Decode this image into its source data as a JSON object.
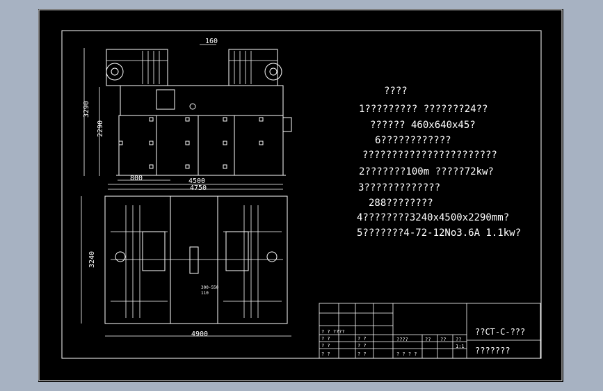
{
  "colors": {
    "viewport_bg": "#a7b2c2",
    "canvas_bg": "#000000",
    "line": "#ffffff"
  },
  "dimensions": {
    "top_160": "160",
    "h_3290": "3290",
    "h_2290": "2290",
    "w_800": "800",
    "w_4500": "4500",
    "w_4750": "4750",
    "h_3240": "3240",
    "w_4900": "4900"
  },
  "small_labels": {
    "label_a": "300-550",
    "label_b": "110"
  },
  "notes": [
    "????",
    "1?????????  ???????24??",
    "??????  460x640x45?",
    "6????????????",
    "???????????????????????",
    "2???????100m  ?????72kw?",
    "3?????????????",
    "288????????",
    "4????????3240x4500x2290mm?",
    "5???????4-72-12No3.6A  1.1kw?"
  ],
  "title_block": {
    "row_a": "? ?  ????",
    "row_b": "? ?",
    "row_c": "? ?",
    "row_d": "? ?",
    "cell_b2": "? ?",
    "cell_c2": "? ?",
    "cell_d2": "? ?",
    "header_1": "????",
    "header_2": "??",
    "header_3": "??",
    "header_4": "??",
    "scale": "1:1",
    "bottom": "?  ?  ?  ?",
    "title": "??CT-C-???",
    "subtitle": "???????"
  }
}
